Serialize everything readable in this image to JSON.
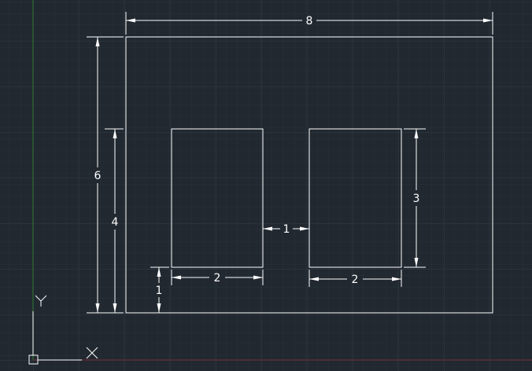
{
  "canvas": {
    "background": "#212830",
    "grid_minor_color": "#283039",
    "grid_major_color": "#323b46",
    "line_color": "#ffffff",
    "y_axis_color": "#2f7d2f",
    "x_axis_color": "#7a2f36"
  },
  "dimensions": {
    "overall_width": "8",
    "overall_height": "6",
    "window_height": "4",
    "window_gap": "1",
    "window_right_height": "3",
    "window_left_width": "2",
    "window_right_width": "2",
    "sill_height": "1"
  },
  "ucs": {
    "x_label": "X",
    "y_label": "Y"
  }
}
